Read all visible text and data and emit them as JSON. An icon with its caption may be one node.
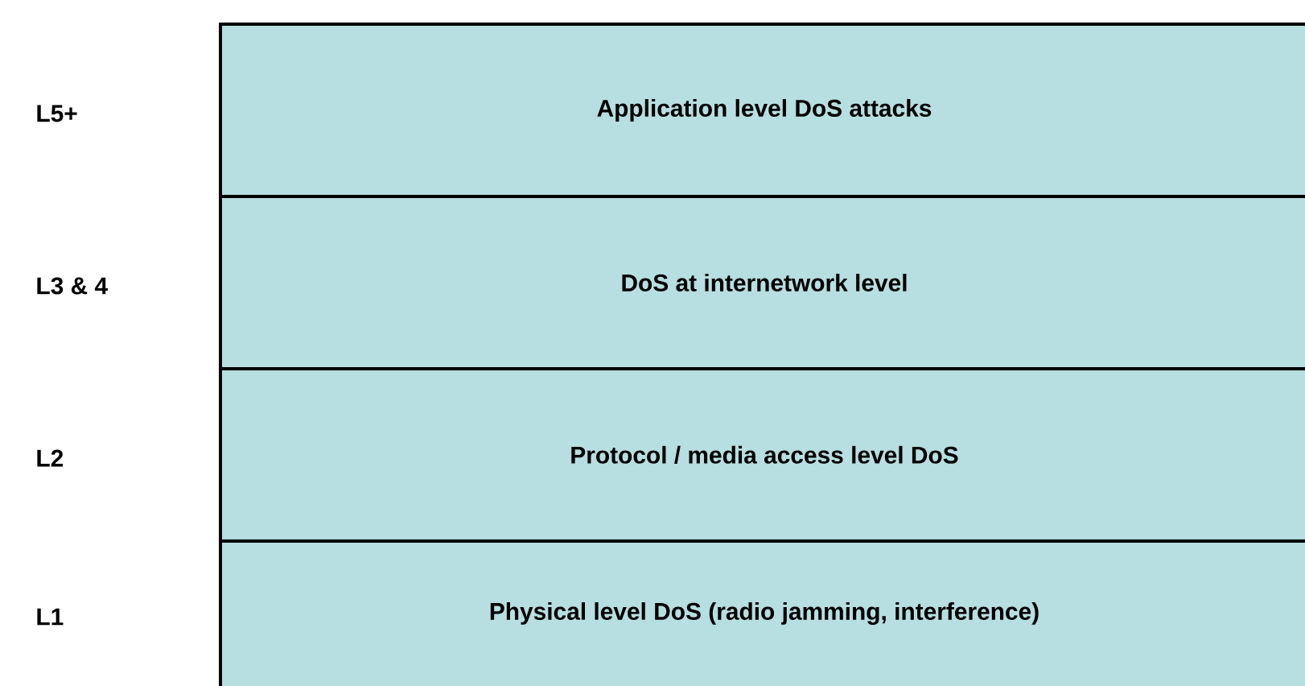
{
  "diagram": {
    "nodes": [
      {
        "text": [
          "Application level DoS attacks"
        ]
      },
      {
        "text": [
          "DoS at internetwork level"
        ]
      },
      {
        "text": [
          "Protocol / media access level DoS"
        ]
      },
      {
        "text": [
          "Physical level DoS (radio jamming, interference)"
        ]
      }
    ],
    "labels": [
      "L5+",
      "L3 & 4",
      "L2",
      "L1"
    ]
  }
}
